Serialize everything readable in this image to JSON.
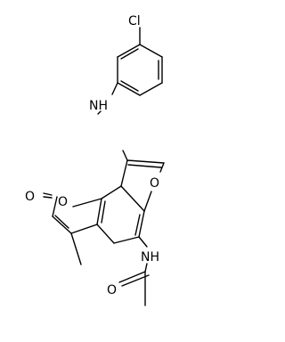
{
  "molecule": {
    "atom_labels": {
      "chlorine": "Cl",
      "amine_nh": "NH",
      "furan_o": "O",
      "pyranone_ring_o": "O",
      "carbonyl_o": "O",
      "amide_nh": "NH",
      "amide_o": "O"
    }
  }
}
